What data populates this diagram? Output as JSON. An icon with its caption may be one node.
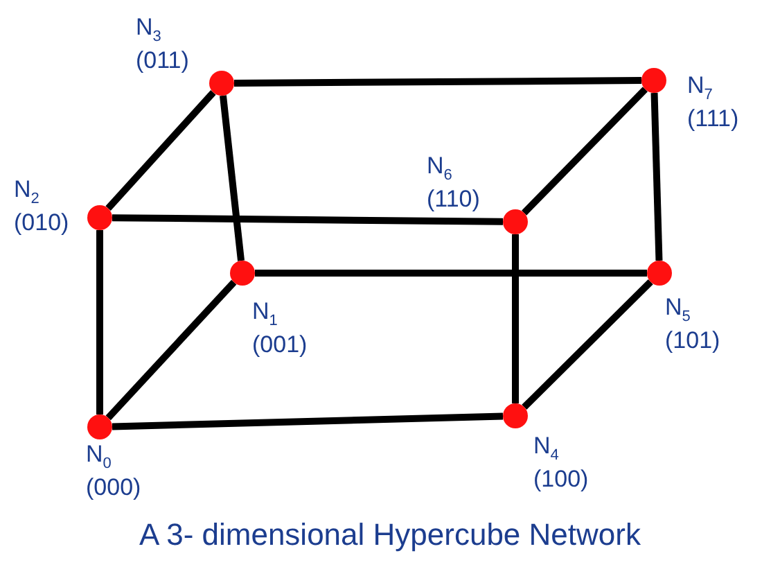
{
  "diagram": {
    "caption": "A 3- dimensional Hypercube Network",
    "nodes": [
      {
        "text": [],
        "shape": "circle",
        "beside": [
          "N$_{0}$",
          "(000)"
        ]
      },
      {
        "text": [],
        "shape": "circle",
        "beside": [
          "N$_{1}$",
          "(001)"
        ]
      },
      {
        "text": [],
        "shape": "circle",
        "beside": [
          "N$_{2}$",
          "(010)"
        ]
      },
      {
        "text": [],
        "shape": "circle",
        "beside": [
          "N$_{3}$",
          "(011)"
        ]
      },
      {
        "text": [],
        "shape": "circle",
        "beside": [
          "N$_{4}$",
          "(100)"
        ]
      },
      {
        "text": [],
        "shape": "circle",
        "beside": [
          "N$_{5}$",
          "(101)"
        ]
      },
      {
        "text": [],
        "shape": "circle",
        "beside": [
          "N$_{6}$",
          "(110)"
        ]
      },
      {
        "text": [],
        "shape": "circle",
        "beside": [
          "N$_{7}$",
          "(111)"
        ]
      }
    ],
    "edges": [
      {
        "from": 0,
        "to": 1,
        "arrow": "none"
      },
      {
        "from": 0,
        "to": 2,
        "arrow": "none"
      },
      {
        "from": 0,
        "to": 4,
        "arrow": "none"
      },
      {
        "from": 1,
        "to": 3,
        "arrow": "none"
      },
      {
        "from": 1,
        "to": 5,
        "arrow": "none"
      },
      {
        "from": 2,
        "to": 3,
        "arrow": "none"
      },
      {
        "from": 2,
        "to": 6,
        "arrow": "none"
      },
      {
        "from": 4,
        "to": 5,
        "arrow": "none"
      },
      {
        "from": 4,
        "to": 6,
        "arrow": "none"
      },
      {
        "from": 3,
        "to": 7,
        "arrow": "none"
      },
      {
        "from": 5,
        "to": 7,
        "arrow": "none"
      },
      {
        "from": 6,
        "to": 7,
        "arrow": "none"
      }
    ]
  }
}
